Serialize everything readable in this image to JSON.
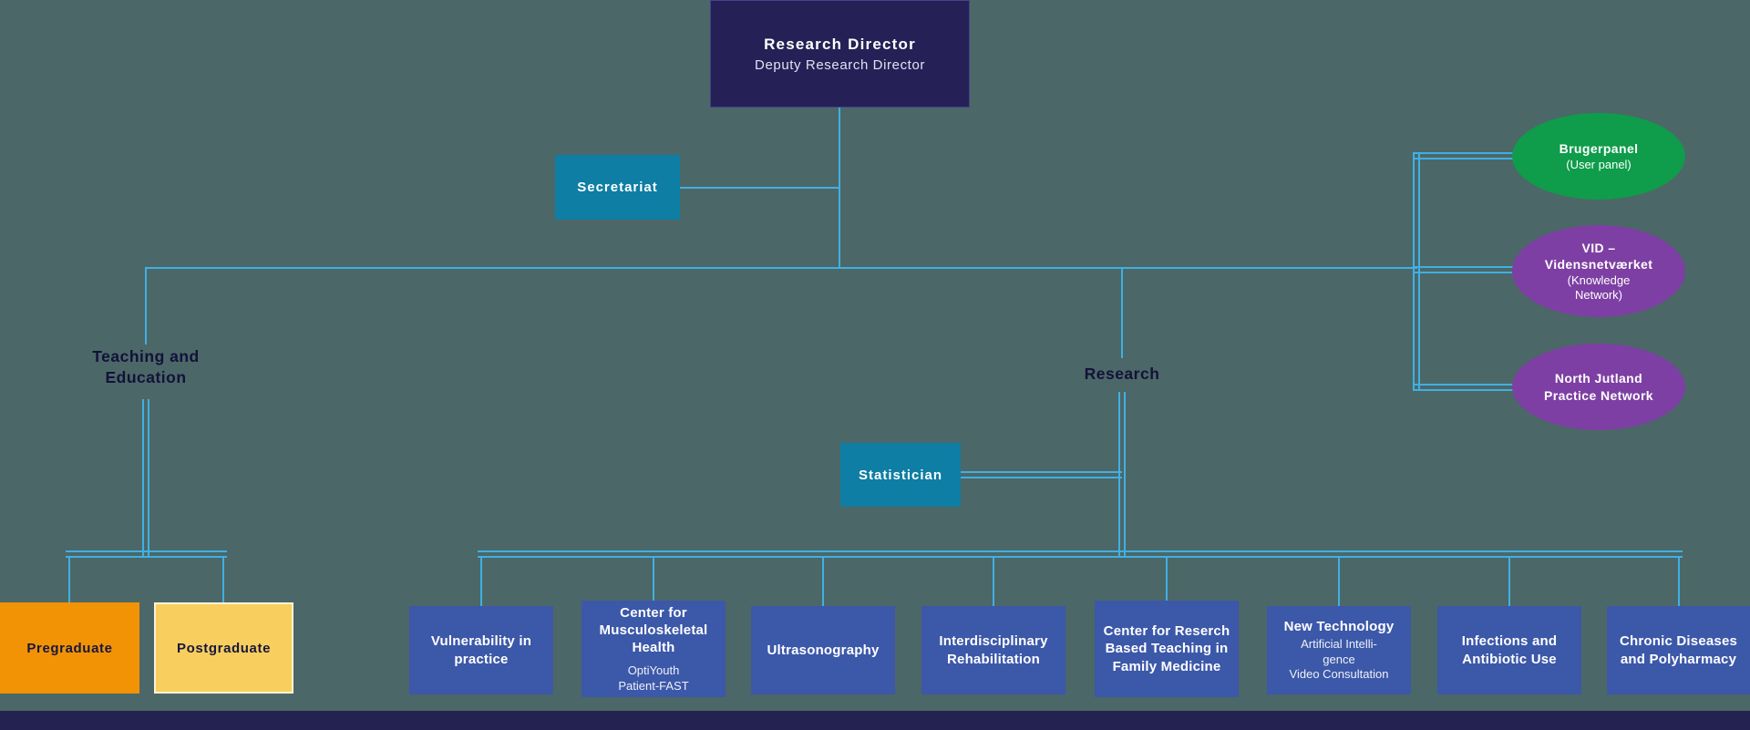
{
  "colors": {
    "bg": "#4c6767",
    "line": "#3fb0e4",
    "director-bg": "#252156",
    "teal": "#0e7ea4",
    "blue": "#3c58a9",
    "orange": "#f29306",
    "yellow": "#f8ce5e",
    "green": "#0f9c4b",
    "purple": "#7d3fa3",
    "label-dark": "#12123a",
    "footer": "#232250"
  },
  "director": {
    "title": "Research Director",
    "subtitle": "Deputy Research Director"
  },
  "secretariat": {
    "label": "Secretariat"
  },
  "statistician": {
    "label": "Statistician"
  },
  "teaching": {
    "label": "Teaching and\nEducation",
    "children": [
      {
        "label": "Pregraduate"
      },
      {
        "label": "Postgraduate"
      }
    ]
  },
  "research": {
    "label": "Research",
    "units": [
      {
        "title": "Vulnerability in practice",
        "subtitle": ""
      },
      {
        "title": "Center for Musculoskeletal Health",
        "subtitle": "OptiYouth\nPatient-FAST"
      },
      {
        "title": "Ultrasonography",
        "subtitle": ""
      },
      {
        "title": "Interdisciplinary Rehabilitation",
        "subtitle": ""
      },
      {
        "title": "Center for Reserch Based Teaching in Family Medicine",
        "subtitle": ""
      },
      {
        "title": "New Technology",
        "subtitle": "Artificial Intelli-\ngence\nVideo Consultation"
      },
      {
        "title": "Infections and Antibiotic Use",
        "subtitle": ""
      },
      {
        "title": "Chronic Diseases and Polyharmacy",
        "subtitle": ""
      }
    ]
  },
  "networks": [
    {
      "title": "Brugerpanel",
      "subtitle": "(User panel)"
    },
    {
      "title": "VID –\nVidensnetværket",
      "subtitle": "(Knowledge\nNetwork)"
    },
    {
      "title": "North Jutland\nPractice Network",
      "subtitle": ""
    }
  ]
}
